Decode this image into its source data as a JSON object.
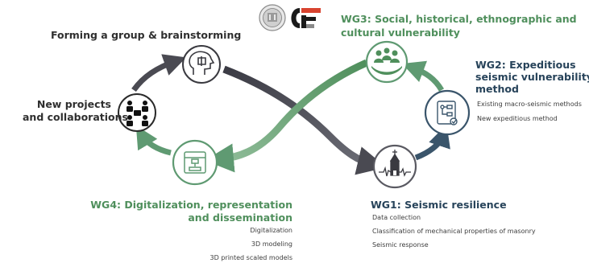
{
  "colors": {
    "dark_gray": "#4a4a52",
    "green": "#5f9a72",
    "navy": "#3a556b",
    "black": "#111111"
  },
  "icons": [
    "head-puzzle-icon",
    "people-network-icon",
    "3d-printer-icon",
    "community-group-icon",
    "flowchart-checklist-icon",
    "church-seismograph-icon",
    "university-seal-logo",
    "org-logo"
  ],
  "nodes": {
    "forming": {
      "title": "Forming a group & brainstorming"
    },
    "new_projects": {
      "title_line1": "New projects",
      "title_line2": "and collaborations"
    },
    "wg4": {
      "title_line1": "WG4: Digitalization, representation",
      "title_line2": "and dissemination",
      "items": [
        "Digitalization",
        "3D modeling",
        "3D printed scaled models"
      ]
    },
    "wg3": {
      "title_line1": "WG3: Social, historical, ethnographic and",
      "title_line2": "cultural vulnerability"
    },
    "wg2": {
      "title_line1": "WG2: Expeditious",
      "title_line2": "seismic vulnerability",
      "title_line3": "method",
      "items": [
        "Existing macro-seismic methods",
        "New expeditious method"
      ]
    },
    "wg1": {
      "title": "WG1: Seismic resilience",
      "items": [
        "Data collection",
        "Classification of mechanical properties of masonry",
        "Seismic response"
      ]
    }
  }
}
